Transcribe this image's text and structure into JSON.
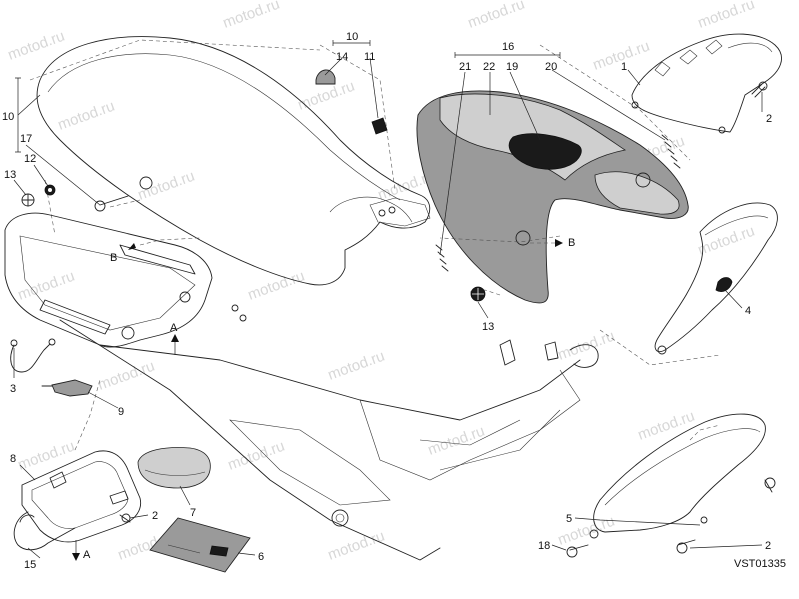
{
  "drawing": {
    "code": "VST01335",
    "watermark": "motod.ru"
  },
  "callouts": {
    "c1": "1",
    "c2a": "2",
    "c2b": "2",
    "c2c": "2",
    "c3": "3",
    "c4": "4",
    "c5": "5",
    "c6": "6",
    "c7": "7",
    "c8": "8",
    "c9": "9",
    "c10a": "10",
    "c10b": "10",
    "c11": "11",
    "c12": "12",
    "c13a": "13",
    "c13b": "13",
    "c14": "14",
    "c15": "15",
    "c16": "16",
    "c17": "17",
    "c18": "18",
    "c19": "19",
    "c20": "20",
    "c21": "21",
    "c22": "22"
  },
  "markers": {
    "a_top": "A",
    "a_bottom": "A",
    "b_left": "B",
    "b_right": "B"
  }
}
